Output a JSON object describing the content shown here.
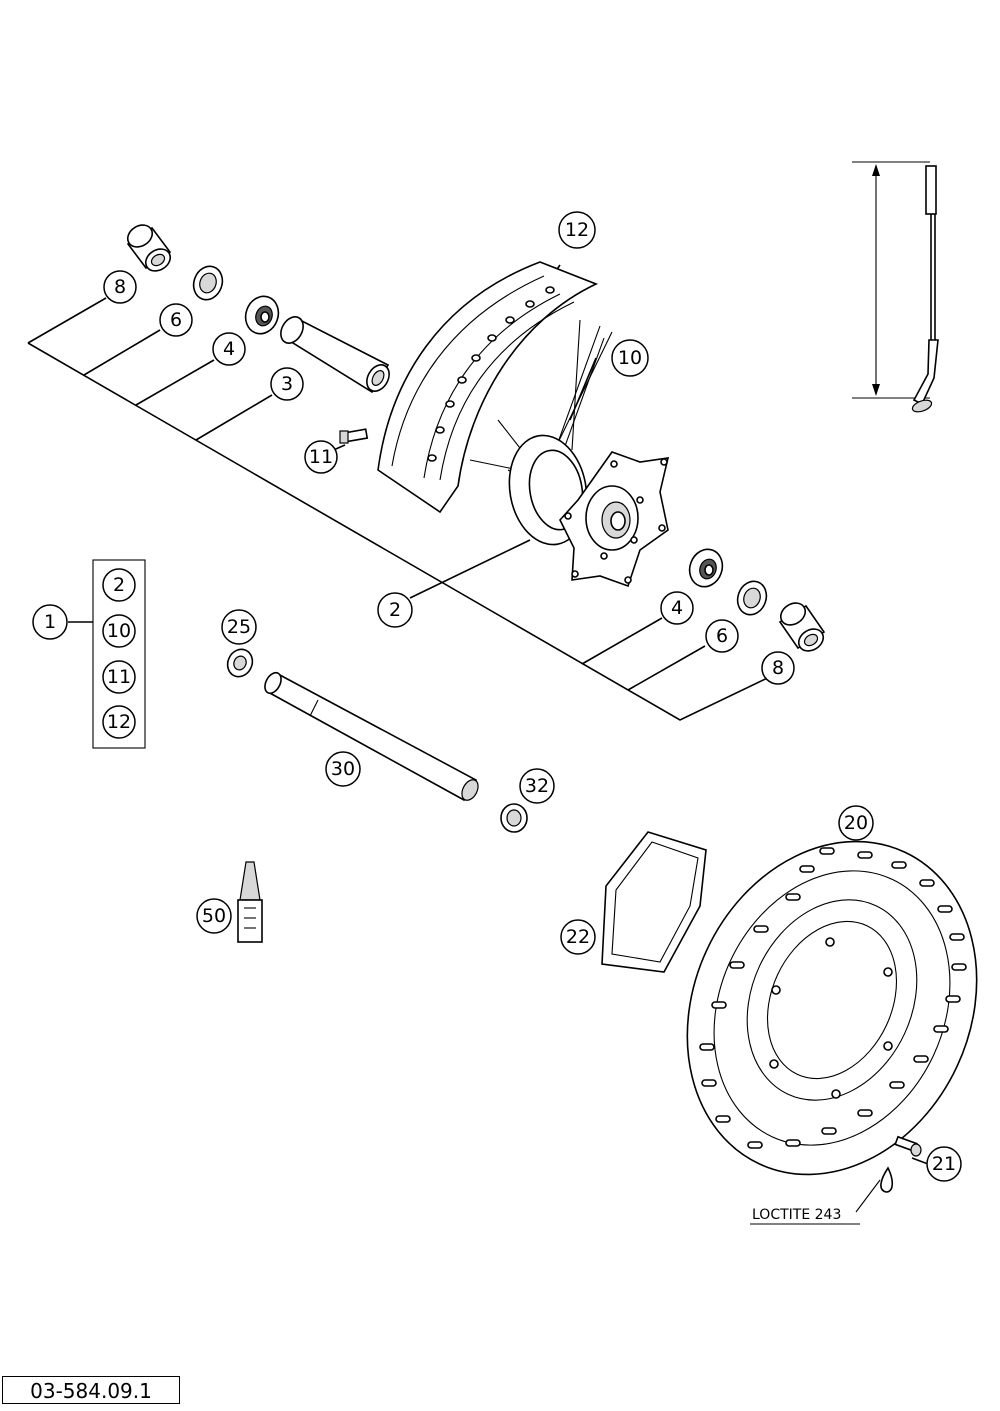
{
  "drawing_number": "03-584.09.1",
  "note_loctite": "LOCTITE 243",
  "callouts": {
    "set_1": "1",
    "kit_2": "2",
    "kit_10": "10",
    "kit_11": "11",
    "kit_12": "12",
    "spacer_8_left": "8",
    "seal_6_left": "6",
    "bearing_4_left": "4",
    "tube_3": "3",
    "rim_12": "12",
    "spoke_10": "10",
    "nipple_11": "11",
    "hub_2": "2",
    "bearing_4_right": "4",
    "seal_6_right": "6",
    "spacer_8_right": "8",
    "nut_25": "25",
    "axle_30": "30",
    "screw_32": "32",
    "grease_50": "50",
    "disc_20": "20",
    "spacer_22": "22",
    "bolt_21": "21"
  }
}
